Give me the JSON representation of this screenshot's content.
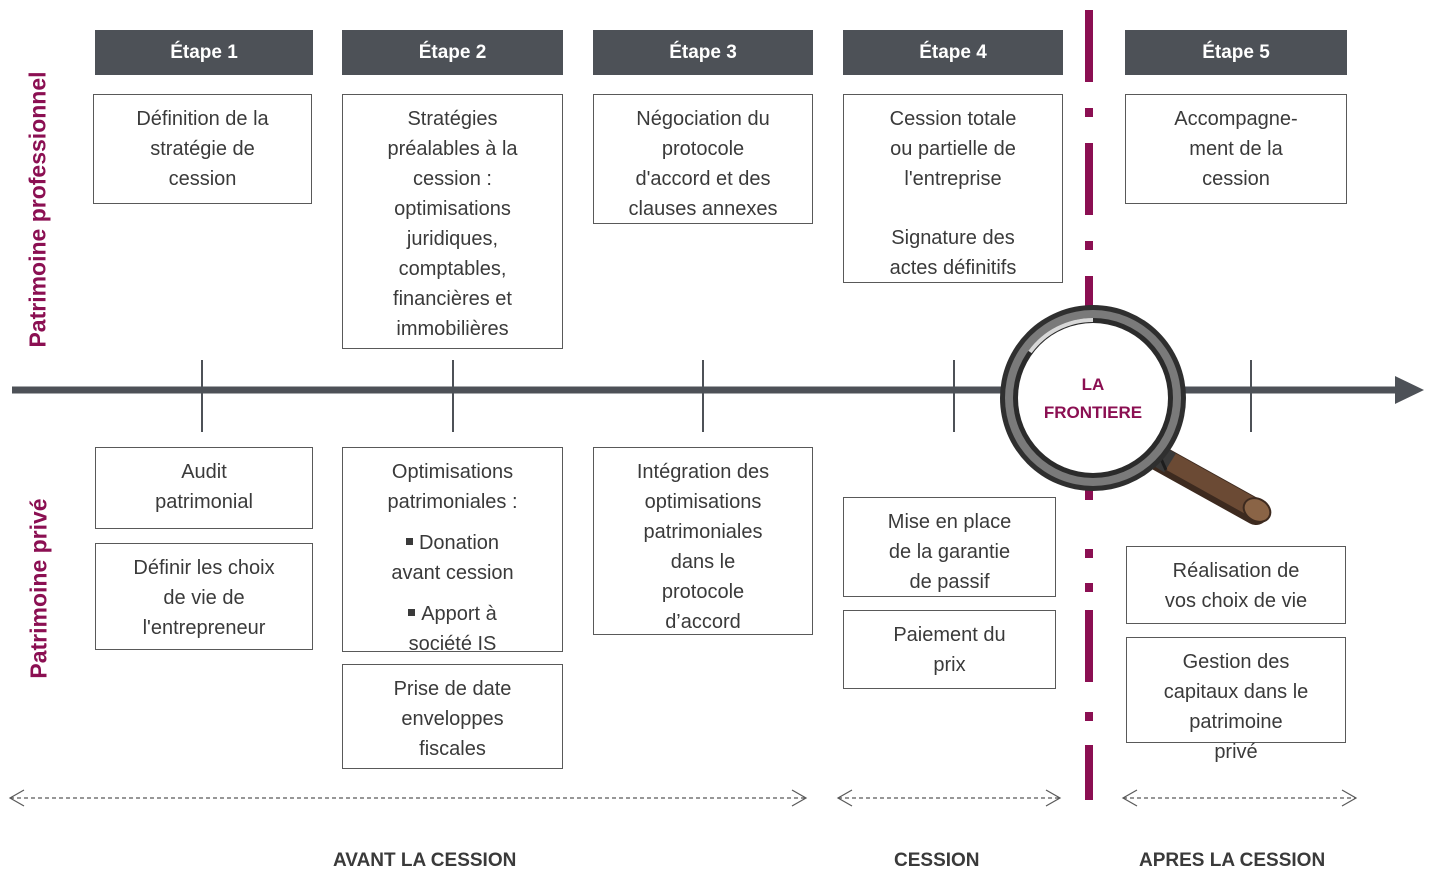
{
  "steps": [
    "Étape 1",
    "Étape 2",
    "Étape 3",
    "Étape 4",
    "Étape 5"
  ],
  "side_labels": {
    "professional": "Patrimoine professionnel",
    "private": "Patrimoine privé"
  },
  "frontier": {
    "line1": "LA",
    "line2": "FRONTIERE"
  },
  "pro_boxes": [
    [
      "Définition de la",
      "stratégie de",
      "cession"
    ],
    [
      "Stratégies",
      "préalables à la",
      "cession :",
      "optimisations",
      "juridiques,",
      "comptables,",
      "financières et",
      "immobilières"
    ],
    [
      "Négociation du",
      "protocole",
      "d'accord et des",
      "clauses annexes"
    ],
    [
      "Cession totale",
      "ou partielle de",
      "l'entreprise",
      "",
      "Signature des",
      "actes définitifs"
    ],
    [
      "Accompagne-",
      "ment de la",
      "cession"
    ]
  ],
  "private_boxes": {
    "audit": [
      "Audit",
      "patrimonial"
    ],
    "choix": [
      "Définir les choix",
      "de vie de",
      "l'entrepreneur"
    ],
    "optim": {
      "lines": [
        "Optimisations",
        "patrimoniales :"
      ],
      "bullet1": [
        "Donation",
        "avant cession"
      ],
      "bullet2": [
        "Apport à",
        "société IS"
      ]
    },
    "prise": [
      "Prise de date",
      "enveloppes",
      "fiscales"
    ],
    "integration": [
      "Intégration des",
      "optimisations",
      "patrimoniales",
      "dans le",
      "protocole",
      "d’accord"
    ],
    "garantie": [
      "Mise en place",
      "de la  garantie",
      "de passif"
    ],
    "paiement": [
      "Paiement du",
      "prix"
    ],
    "realisation": [
      "Réalisation de",
      "vos choix de vie"
    ],
    "gestion": [
      "Gestion des",
      "capitaux dans le",
      "patrimoine",
      "privé"
    ]
  },
  "phases": [
    "AVANT LA CESSION",
    "CESSION",
    "APRES LA CESSION"
  ],
  "colors": {
    "header_bg": "#4d5157",
    "accent": "#8b0f52",
    "axis": "#4d5157"
  }
}
